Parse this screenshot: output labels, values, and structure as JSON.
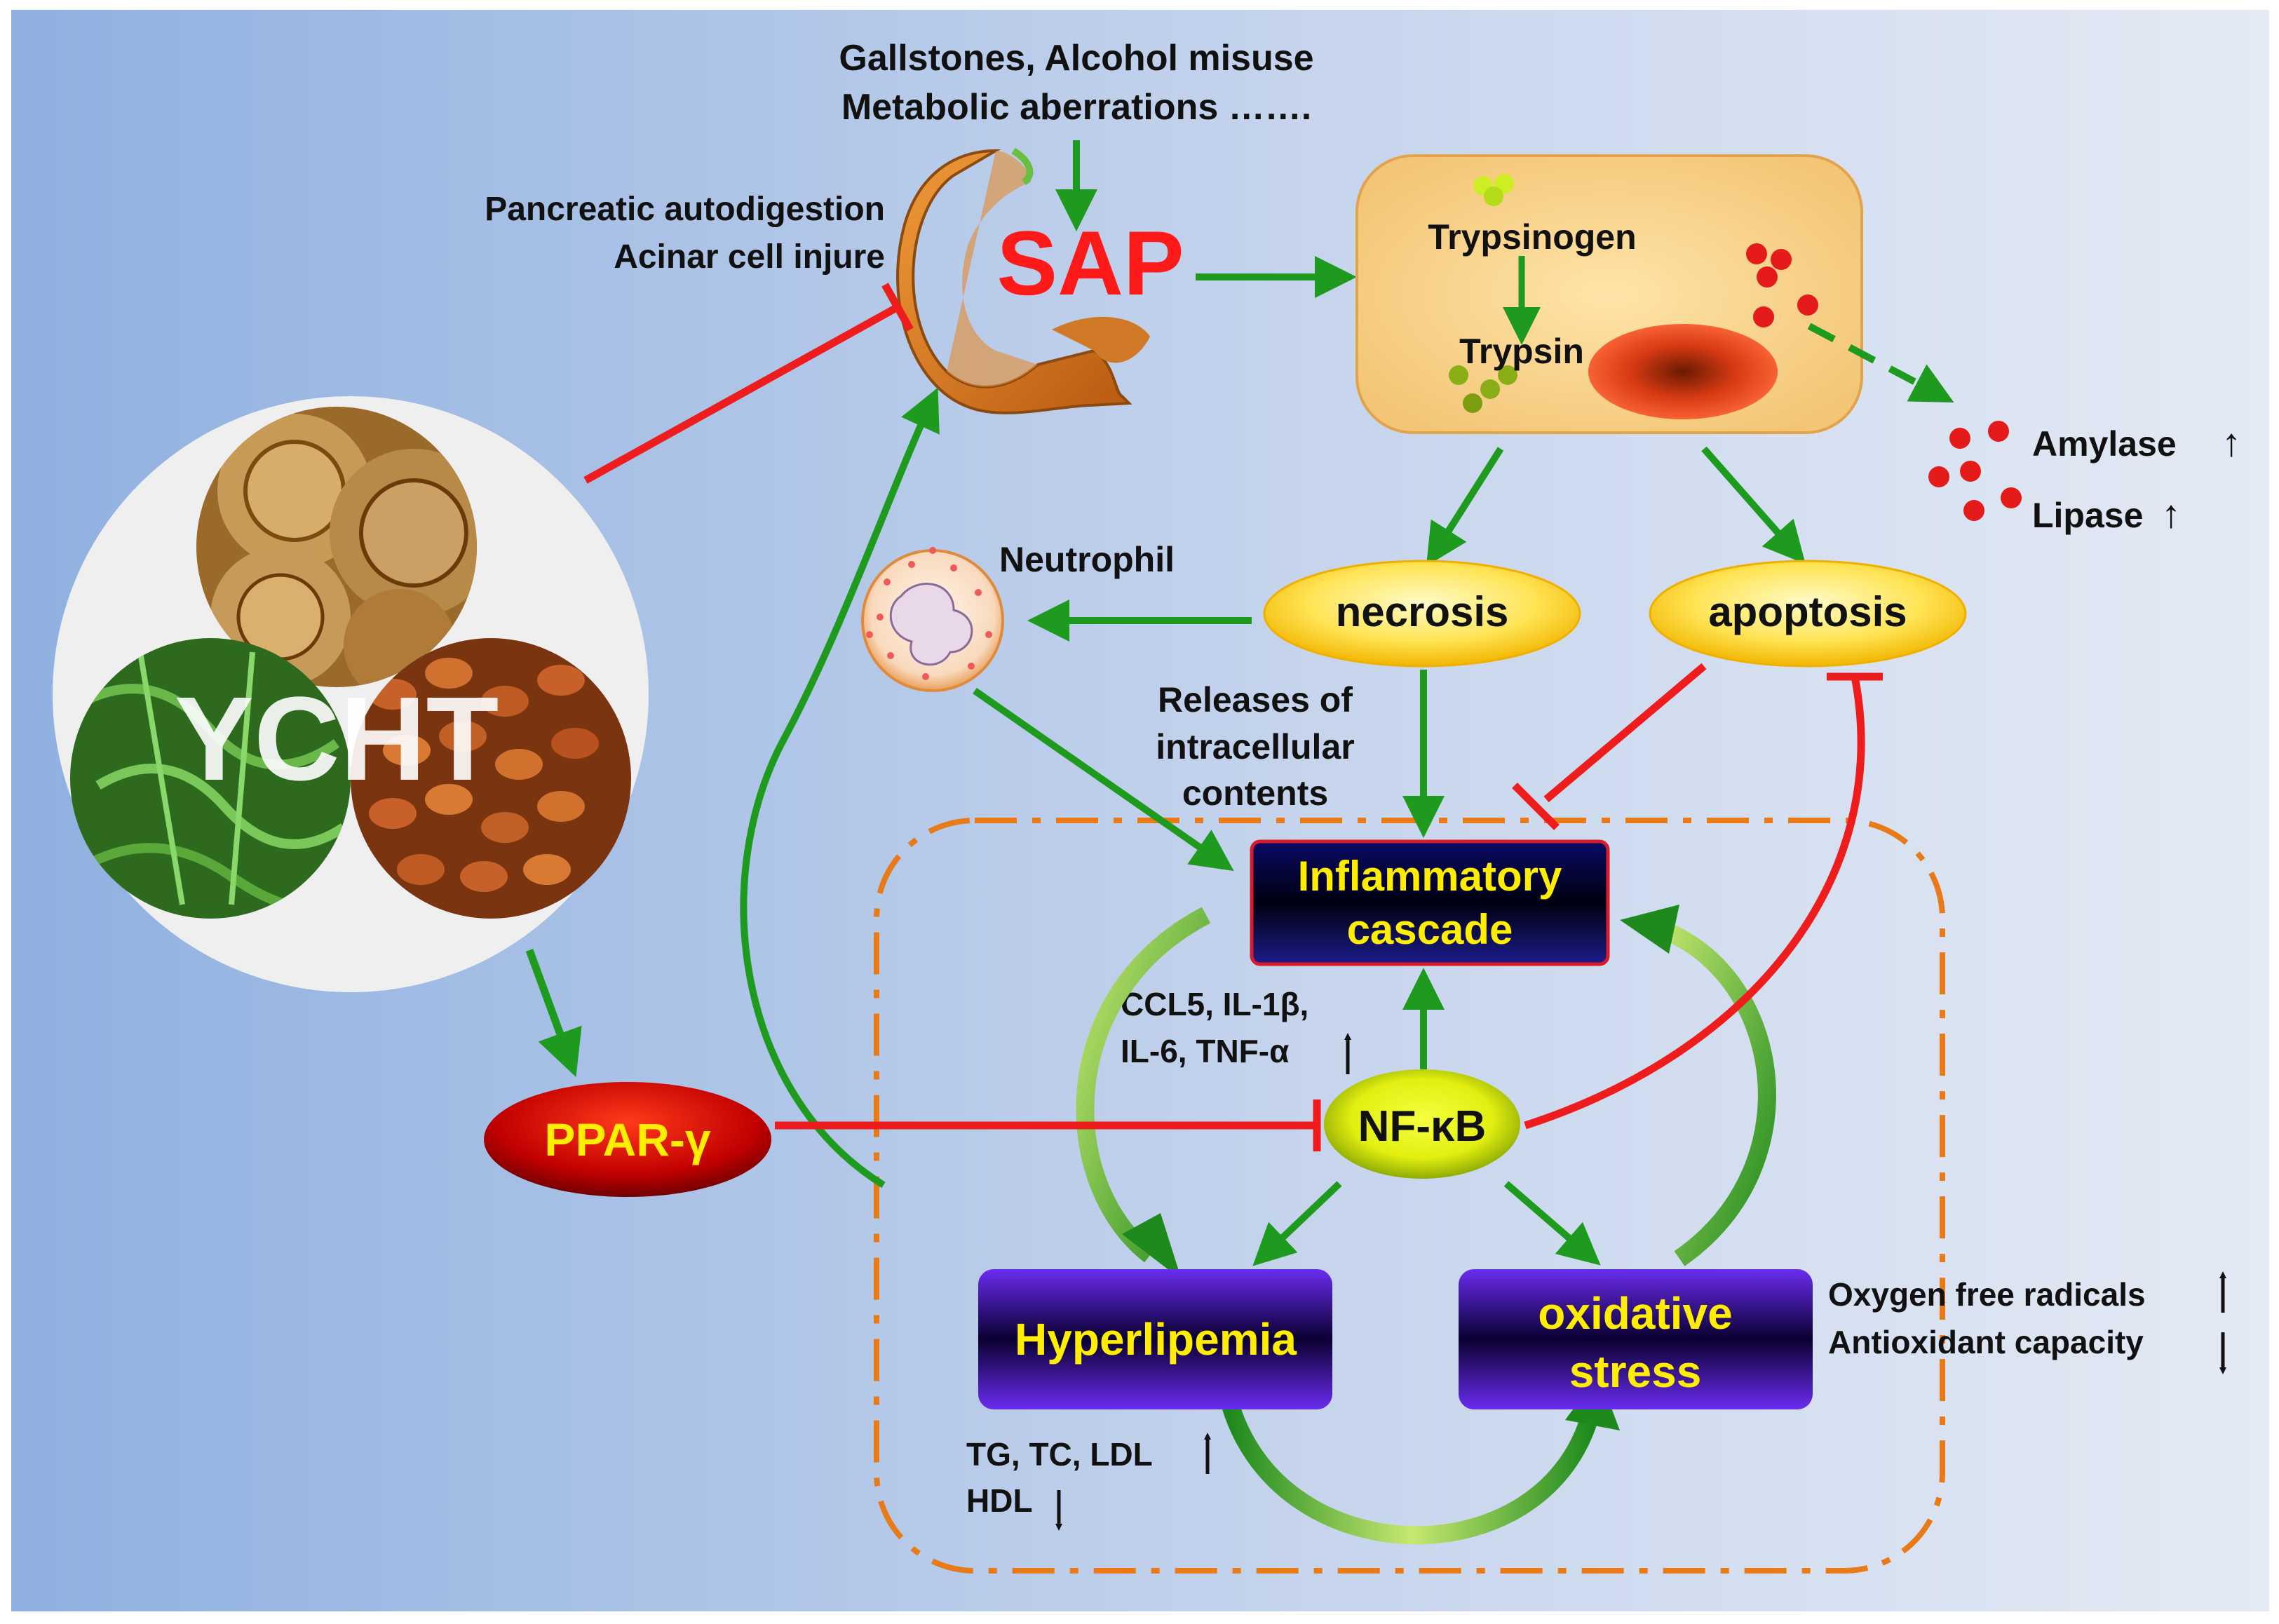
{
  "causes": {
    "line1": "Gallstones, Alcohol misuse",
    "line2": "Metabolic aberrations ……."
  },
  "sap_label": "SAP",
  "autodigestion": {
    "line1": "Pancreatic autodigestion",
    "line2": "Acinar  cell  injure"
  },
  "cell": {
    "trypsinogen": "Trypsinogen",
    "trypsin": "Trypsin"
  },
  "enzymes": {
    "amylase": "Amylase",
    "lipase": "Lipase",
    "up_arrow": "↑"
  },
  "ycht_label": "YCHT",
  "neutrophil_label": "Neutrophil",
  "necrosis_label": "necrosis",
  "apoptosis_label": "apoptosis",
  "releases": {
    "line1": "Releases of",
    "line2": "intracellular",
    "line3": "contents"
  },
  "inflammatory": {
    "line1": "Inflammatory",
    "line2": "cascade"
  },
  "cytokines": {
    "line1": "CCL5, IL-1β,",
    "line2": "IL-6, TNF-α"
  },
  "nfkb_label": "NF-κB",
  "ppar_label": "PPAR-γ",
  "hyperlipemia_label": "Hyperlipemia",
  "oxidative": {
    "line1": "oxidative",
    "line2": "stress"
  },
  "lipids": {
    "line1": "TG, TC, LDL",
    "line2": "HDL"
  },
  "radicals": {
    "line1": "Oxygen free radicals",
    "line2": "Antioxidant  capacity"
  },
  "colors": {
    "activation_arrow": "#1e9a1e",
    "inhibition_line": "#ee1c1c",
    "label_yellow": "#ffee00",
    "sap_red": "#ff1a1a",
    "dash_border": "#e87a17"
  }
}
